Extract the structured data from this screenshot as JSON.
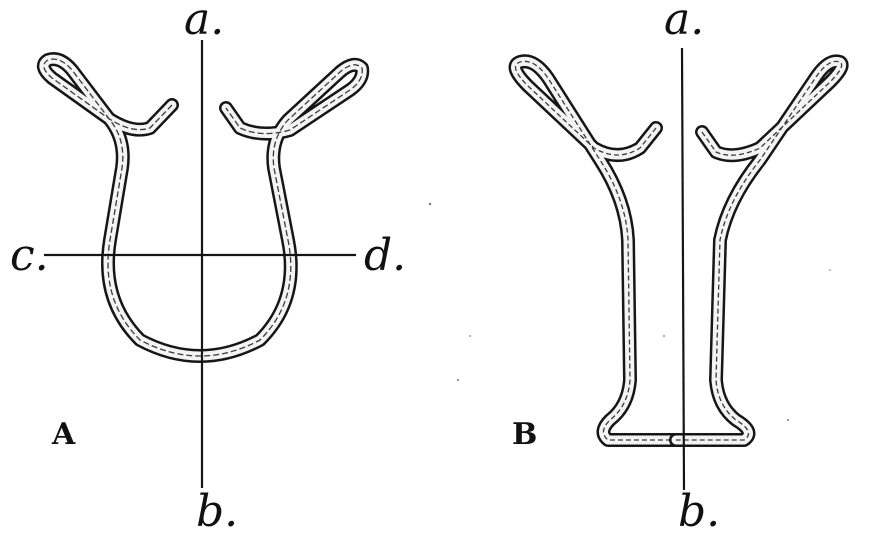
{
  "figure_a": {
    "label": "A",
    "axis_top": "a.",
    "axis_bottom": "b.",
    "axis_left": "c.",
    "axis_right": "d."
  },
  "figure_b": {
    "label": "B",
    "axis_top": "a.",
    "axis_bottom": "b."
  }
}
